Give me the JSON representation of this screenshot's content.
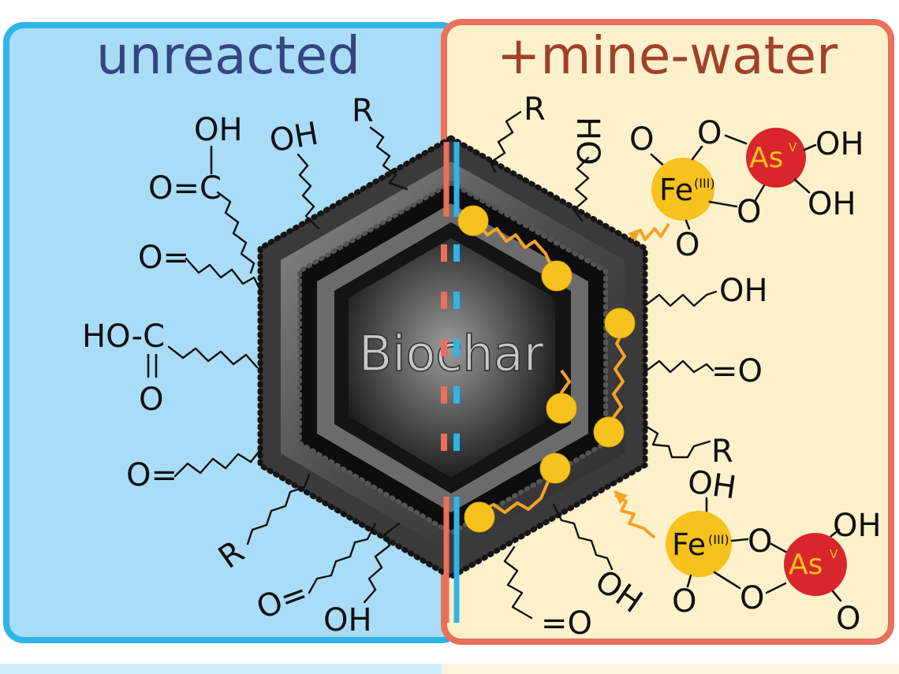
{
  "panels": {
    "left_title": "unreacted",
    "right_title": "+mine-water"
  },
  "core_label": "Biochar",
  "labels": {
    "oh": "OH",
    "r": "R",
    "o": "O",
    "c": "C",
    "o_eq": "O=",
    "eq_o": "=O",
    "o_eq_c": "O=C",
    "ho_c": "HO-C",
    "ho_rot": "HO",
    "fe": "Fe",
    "fe_ox": "(III)",
    "as": "As",
    "as_ox": "V"
  },
  "colors": {
    "left_fill": "#a9dcf6",
    "left_border": "#2fb4e8",
    "right_fill": "#fdf1cc",
    "right_border": "#e9705a",
    "left_title": "#33467e",
    "right_title": "#a2412a",
    "iron": "#f7c21d",
    "arsenic": "#d8262c",
    "dots": "#f7c21d",
    "bonds": "#f4a326"
  }
}
